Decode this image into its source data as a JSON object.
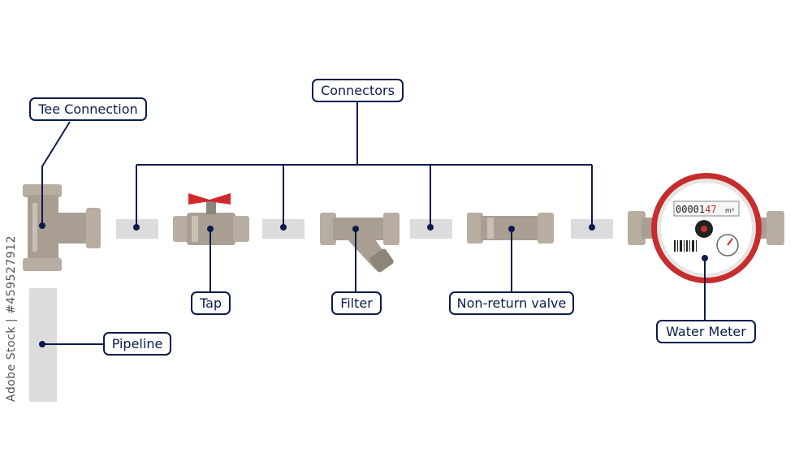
{
  "labels": {
    "tee": "Tee Connection",
    "connectors": "Connectors",
    "tap": "Tap",
    "filter": "Filter",
    "non_return_valve": "Non-return valve",
    "water_meter": "Water Meter",
    "pipeline": "Pipeline"
  },
  "meter": {
    "digits_black": "00001",
    "digits_red": "47",
    "unit": "m³"
  },
  "credit": "Adobe Stock | #459527912",
  "colors": {
    "line": "#0d1b4c",
    "metal": "#b7ada1",
    "metal_dark": "#8e857a",
    "pipe": "#dcdcdc",
    "handle": "#d3282b",
    "meter_ring": "#c62d2f"
  }
}
